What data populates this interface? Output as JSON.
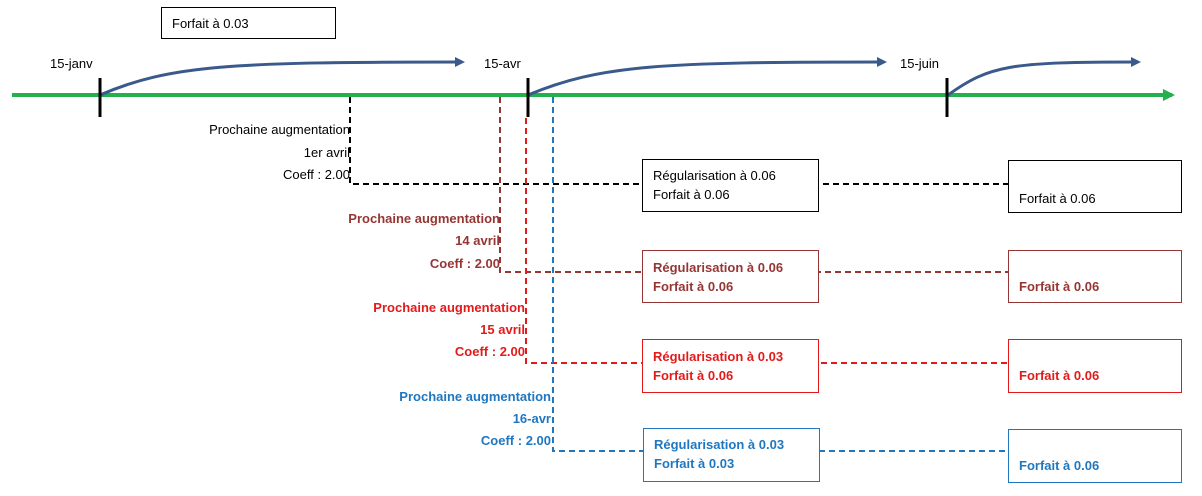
{
  "top_box": "Forfait à 0.03",
  "dates": {
    "d1": "15-janv",
    "d2": "15-avr",
    "d3": "15-juin"
  },
  "colors": {
    "timeline": "#22b14c",
    "arrow": "#3a5a8c",
    "black": "#000000",
    "brown": "#963634",
    "red": "#e31a1a",
    "blue": "#1f77c0"
  },
  "scenarios": [
    {
      "color": "black",
      "bold": false,
      "label1": "Prochaine augmentation",
      "label2": "1er avril",
      "label3": "Coeff : 2.00",
      "box1_line1": "Régularisation à 0.06",
      "box1_line2": "Forfait à 0.06",
      "box2": "Forfait à 0.06"
    },
    {
      "color": "brown",
      "bold": true,
      "label1": "Prochaine augmentation",
      "label2": "14 avril",
      "label3": "Coeff : 2.00",
      "box1_line1": "Régularisation à 0.06",
      "box1_line2": "Forfait à 0.06",
      "box2": "Forfait à 0.06"
    },
    {
      "color": "red",
      "bold": true,
      "label1": "Prochaine augmentation",
      "label2": "15 avril",
      "label3": "Coeff : 2.00",
      "box1_line1": "Régularisation à 0.03",
      "box1_line2": "Forfait à 0.06",
      "box2": "Forfait à 0.06"
    },
    {
      "color": "blue",
      "bold": true,
      "label1": "Prochaine augmentation",
      "label2": "16-avr",
      "label3": "Coeff : 2.00",
      "box1_line1": "Régularisation à 0.03",
      "box1_line2": "Forfait à 0.03",
      "box2": "Forfait à 0.06"
    }
  ]
}
